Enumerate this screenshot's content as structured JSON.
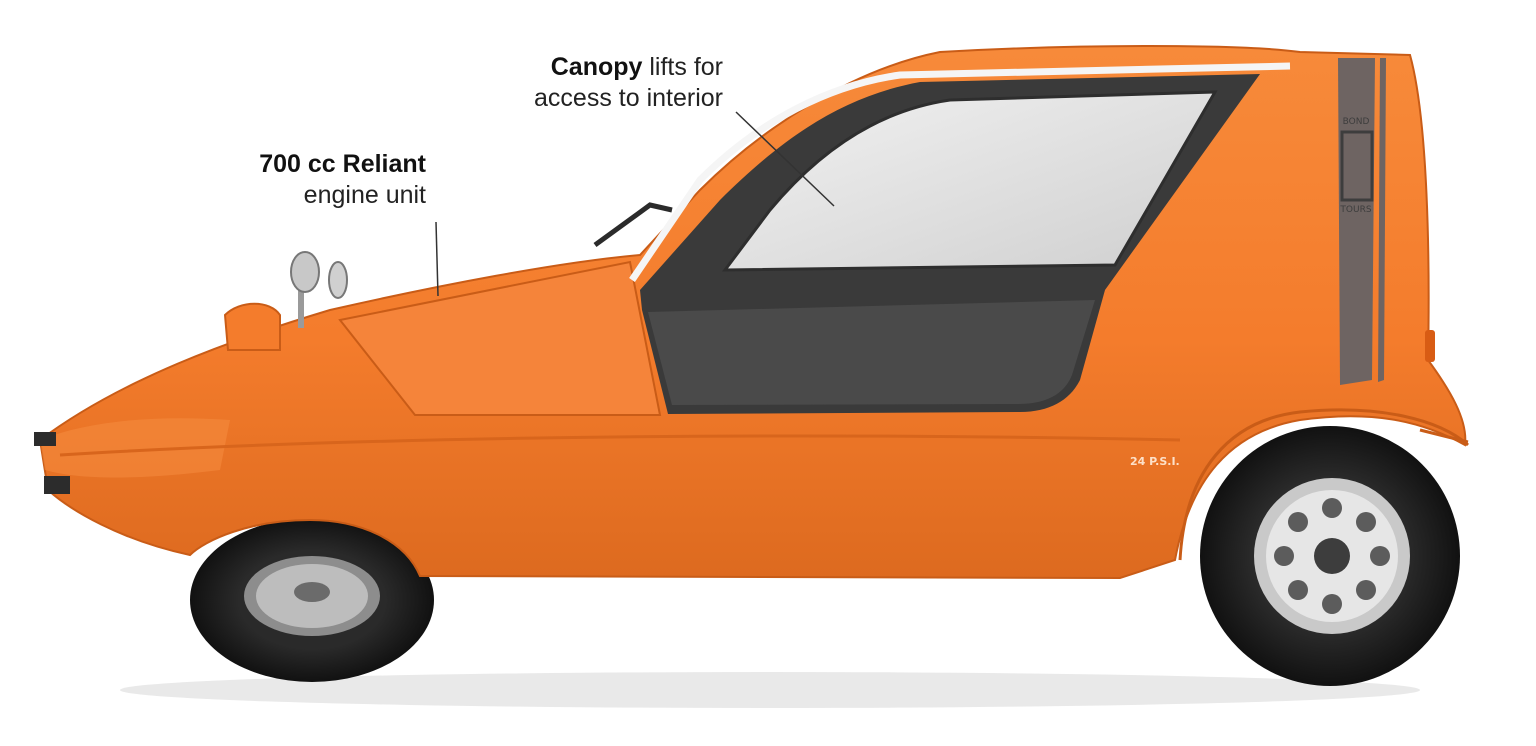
{
  "image": {
    "subject": "Bond Bug three-wheeler car (side view)",
    "body_color": "#f47c2c",
    "window_color": "#3a3a3a",
    "stripe_color": "#6e6462"
  },
  "callouts": {
    "engine": {
      "bold": "700 cc Reliant",
      "text": "engine unit"
    },
    "canopy": {
      "bold": "Canopy",
      "text_line1": " lifts for",
      "text_line2": "access to interior"
    }
  },
  "car_markings": {
    "tyre_pressure": "24 P.S.I.",
    "badge_top": "BOND",
    "badge_bottom": "TOURS"
  }
}
